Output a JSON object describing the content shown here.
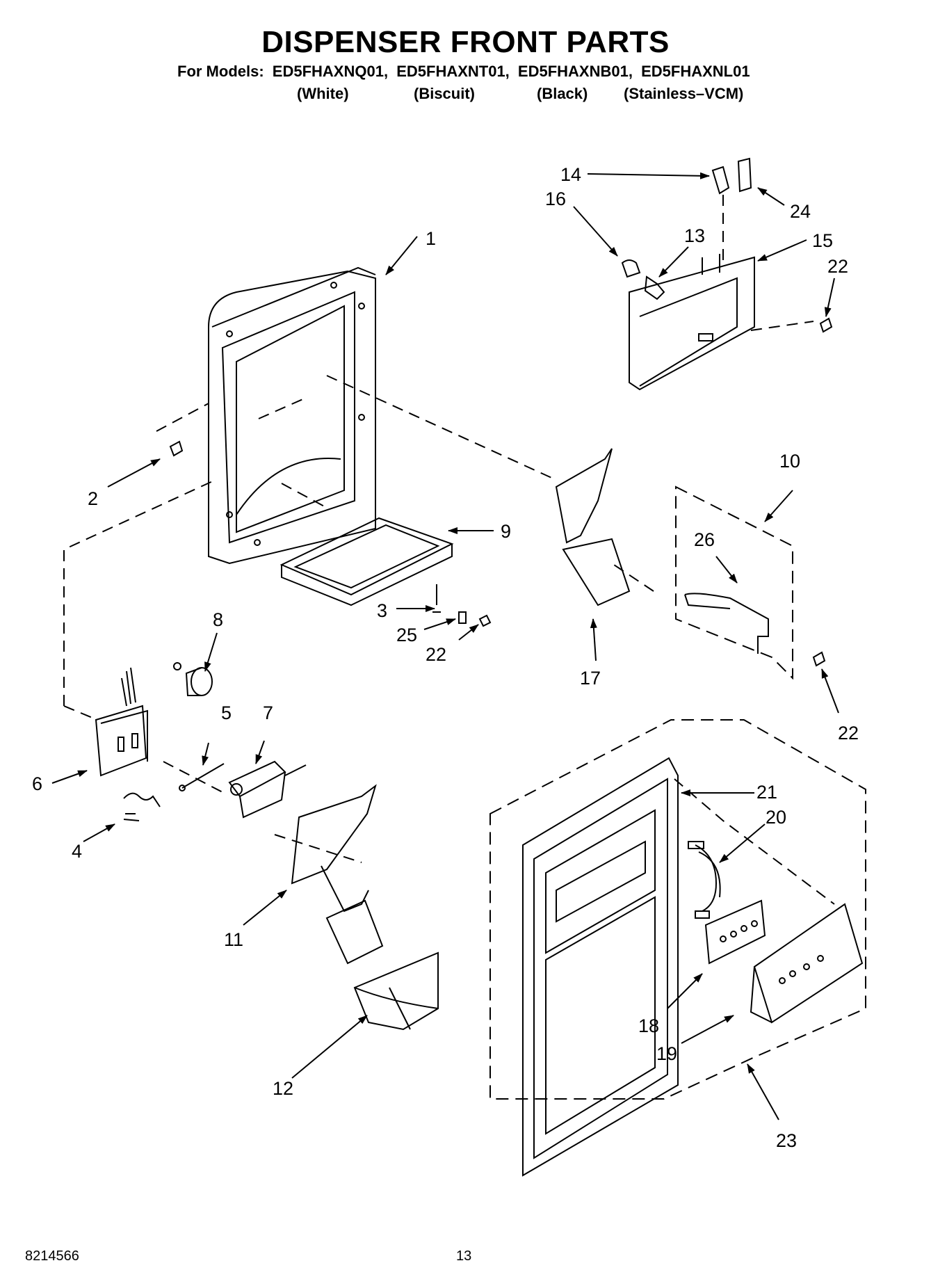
{
  "header": {
    "title": "DISPENSER FRONT PARTS",
    "models_prefix": "For Models:",
    "models": [
      "ED5FHAXNQ01,",
      "ED5FHAXNT01,",
      "ED5FHAXNB01,",
      "ED5FHAXNL01"
    ],
    "variants": [
      "(White)",
      "(Biscuit)",
      "(Black)",
      "(Stainless–VCM)"
    ]
  },
  "callouts": [
    "1",
    "2",
    "3",
    "4",
    "5",
    "6",
    "7",
    "8",
    "9",
    "10",
    "11",
    "12",
    "13",
    "14",
    "15",
    "16",
    "17",
    "18",
    "19",
    "20",
    "21",
    "22",
    "22",
    "22",
    "22",
    "23",
    "24",
    "25",
    "26"
  ],
  "footer": {
    "doc_number": "8214566",
    "page_number": "13"
  }
}
